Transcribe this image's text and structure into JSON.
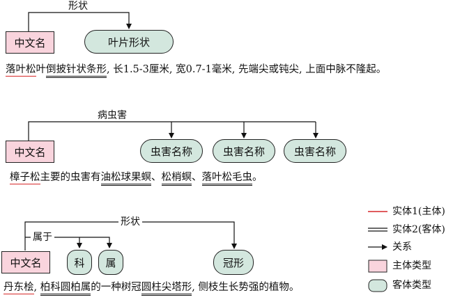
{
  "section1": {
    "relation": "形状",
    "subject_type": "中文名",
    "object_type": "叶片形状",
    "sentence": [
      "落叶松",
      "叶",
      "倒披针状条形",
      ", 长1.5-3厘米, 宽0.7-1毫米, 先端尖或钝尖, 上面中脉不隆起。"
    ]
  },
  "section2": {
    "relation": "病虫害",
    "subject_type": "中文名",
    "object_types": [
      "虫害名称",
      "虫害名称",
      "虫害名称"
    ],
    "sentence": [
      "樟子松",
      "主要的虫害有",
      "油松球果螟",
      "、",
      "松梢螟",
      "、",
      "落叶松毛虫",
      "。"
    ]
  },
  "section3": {
    "relation_shape": "形状",
    "relation_belongs": "属于",
    "subject_type": "中文名",
    "object_types": [
      "科",
      "属",
      "冠形"
    ],
    "sentence": [
      "丹东桧",
      ", ",
      "柏科",
      "圆柏属",
      "的一种树冠",
      "圆柱尖塔形",
      ", 侧枝生长势强的植物。"
    ]
  },
  "legend": {
    "entity1": "实体1(主体)",
    "entity2": "实体2(客体)",
    "relation": "关系",
    "subject_type": "主体类型",
    "object_type": "客体类型"
  },
  "colors": {
    "subject_fill": "#f9d4dd",
    "object_fill": "#d3e7de",
    "entity1_line": "#d62728"
  }
}
